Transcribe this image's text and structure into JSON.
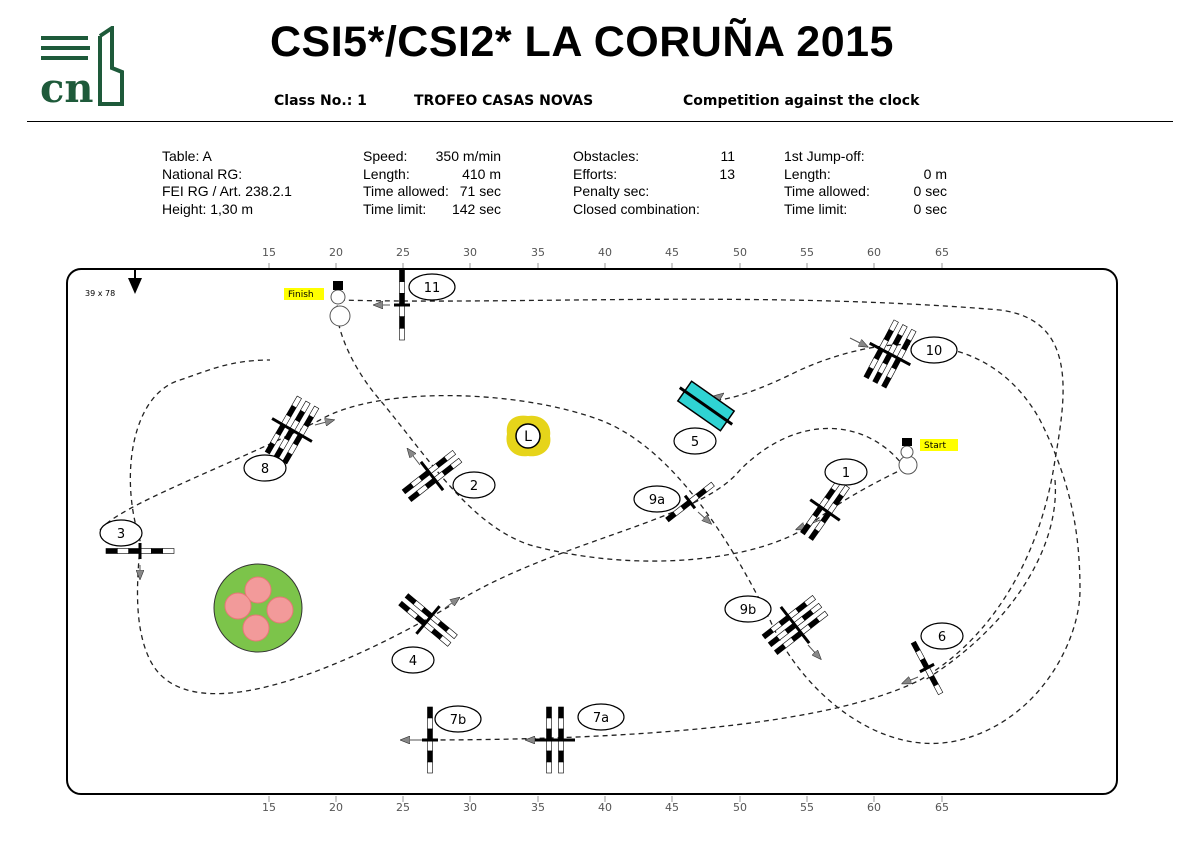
{
  "title": "CSI5*/CSI2* LA CORUÑA 2015",
  "logo_text": "cn",
  "class_label": "Class No.: 1",
  "class_name": "TROFEO CASAS NOVAS",
  "competition": "Competition against the clock",
  "info": {
    "col1": [
      "Table: A",
      "National RG:",
      "FEI RG / Art. 238.2.1",
      "Height: 1,30 m"
    ],
    "col2": [
      {
        "label": "Speed:",
        "value": "350 m/min"
      },
      {
        "label": "Length:",
        "value": "410 m"
      },
      {
        "label": "Time allowed:",
        "value": "71 sec"
      },
      {
        "label": "Time limit:",
        "value": "142 sec"
      }
    ],
    "col3": [
      {
        "label": "Obstacles:",
        "value": "11"
      },
      {
        "label": "Efforts:",
        "value": "13"
      },
      {
        "label": "Penalty sec:",
        "value": ""
      },
      {
        "label": "Closed combination:",
        "value": ""
      }
    ],
    "col4": [
      {
        "label": "1st Jump-off:",
        "value": ""
      },
      {
        "label": "Length:",
        "value": "0 m"
      },
      {
        "label": "Time allowed:",
        "value": "0 sec"
      },
      {
        "label": "Time limit:",
        "value": "0 sec"
      }
    ]
  },
  "arena": {
    "size_label": "39 x 78",
    "scale_ticks": [
      "15",
      "20",
      "25",
      "30",
      "35",
      "40",
      "45",
      "50",
      "55",
      "60",
      "65"
    ]
  },
  "obstacles": [
    "1",
    "2",
    "3",
    "4",
    "5",
    "6",
    "7a",
    "7b",
    "8",
    "9a",
    "9b",
    "10",
    "11"
  ],
  "markers": {
    "start": "Start",
    "finish": "Finish",
    "l_marker": "L"
  },
  "colors": {
    "highlight": "#ffff00",
    "water": "#2fd3d3",
    "green": "#7cc44a",
    "flower": "#f08080",
    "logo": "#1e5a3a"
  }
}
